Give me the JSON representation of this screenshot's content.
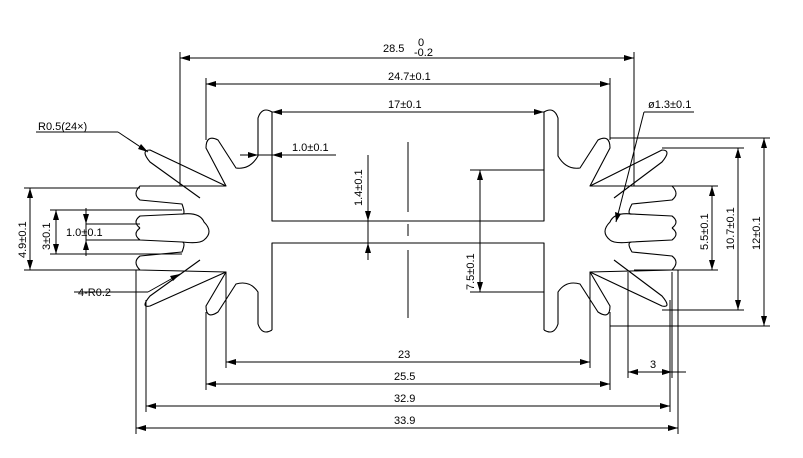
{
  "drawing": {
    "overall_width": {
      "nominal": "28.5",
      "tol_upper": "0",
      "tol_lower": "-0.2"
    },
    "inner_width": "24.7±0.1",
    "slot_width": "17±0.1",
    "fin_gap": "1.0±0.1",
    "slot_offset": "1.4±0.1",
    "slot_spacing": "7.5±0.1",
    "hole_dia": "ø1.3±0.1",
    "fillet_note": "R0.5(24×)",
    "corner_note": "4-R0.2",
    "left_outer_height": "4.9±0.1",
    "left_inner_height": "3±0.1",
    "left_gap": "1.0±0.1",
    "right_h1": "5.5±0.1",
    "right_h2": "10.7±0.1",
    "right_h3": "12±0.1",
    "bottom_23": "23",
    "bottom_255": "25.5",
    "bottom_329": "32.9",
    "bottom_339": "33.9",
    "bottom_3": "3"
  }
}
